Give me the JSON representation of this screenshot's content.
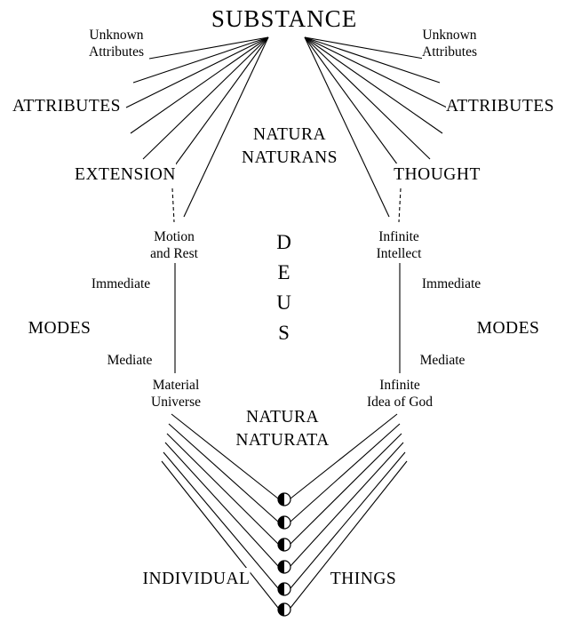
{
  "diagram": {
    "substance": "SUBSTANCE",
    "natura_naturans": "NATURA\nNATURANS",
    "natura_naturata": "NATURA\nNATURATA",
    "deus_vertical": "D\nE\nU\nS",
    "individual": "INDIVIDUAL",
    "things": "THINGS",
    "left": {
      "unknown_attributes": "Unknown\nAttributes",
      "attributes": "ATTRIBUTES",
      "extension": "EXTENSION",
      "motion_and_rest": "Motion\nand Rest",
      "immediate": "Immediate",
      "modes": "MODES",
      "mediate": "Mediate",
      "material_universe": "Material\nUniverse"
    },
    "right": {
      "unknown_attributes": "Unknown\nAttributes",
      "attributes": "ATTRIBUTES",
      "thought": "THOUGHT",
      "infinite_intellect": "Infinite\nIntellect",
      "immediate": "Immediate",
      "modes": "MODES",
      "mediate": "Mediate",
      "infinite_idea_of_god": "Infinite\nIdea of God"
    },
    "colors": {
      "ink": "#000000",
      "background": "#ffffff"
    }
  }
}
